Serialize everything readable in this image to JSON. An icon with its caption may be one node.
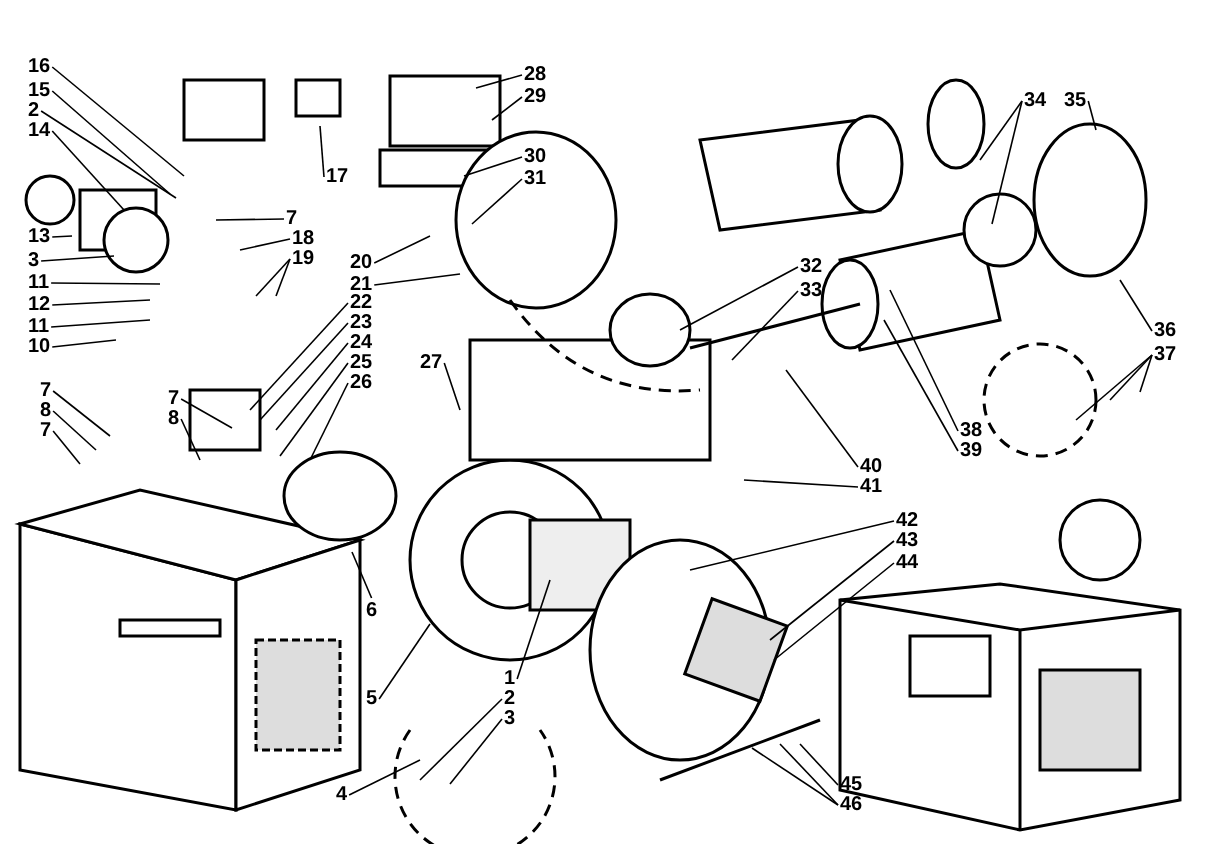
{
  "diagram": {
    "nodes": [
      {
        "text": [
          "16"
        ]
      },
      {
        "text": [
          "15"
        ]
      },
      {
        "text": [
          "2"
        ]
      },
      {
        "text": [
          "14"
        ]
      },
      {
        "text": [
          "13"
        ]
      },
      {
        "text": [
          "3"
        ]
      },
      {
        "text": [
          "11"
        ]
      },
      {
        "text": [
          "12"
        ]
      },
      {
        "text": [
          "11"
        ]
      },
      {
        "text": [
          "10"
        ]
      },
      {
        "text": [
          "7"
        ]
      },
      {
        "text": [
          "8"
        ]
      },
      {
        "text": [
          "7"
        ]
      },
      {
        "text": [
          "7"
        ]
      },
      {
        "text": [
          "8"
        ]
      },
      {
        "text": [
          "17"
        ]
      },
      {
        "text": [
          "7"
        ]
      },
      {
        "text": [
          "18"
        ]
      },
      {
        "text": [
          "19"
        ]
      },
      {
        "text": [
          "20"
        ]
      },
      {
        "text": [
          "21"
        ]
      },
      {
        "text": [
          "22"
        ]
      },
      {
        "text": [
          "23"
        ]
      },
      {
        "text": [
          "24"
        ]
      },
      {
        "text": [
          "25"
        ]
      },
      {
        "text": [
          "26"
        ]
      },
      {
        "text": [
          "27"
        ]
      },
      {
        "text": [
          "28"
        ]
      },
      {
        "text": [
          "29"
        ]
      },
      {
        "text": [
          "30"
        ]
      },
      {
        "text": [
          "31"
        ]
      },
      {
        "text": [
          "32"
        ]
      },
      {
        "text": [
          "33"
        ]
      },
      {
        "text": [
          "34"
        ]
      },
      {
        "text": [
          "35"
        ]
      },
      {
        "text": [
          "36"
        ]
      },
      {
        "text": [
          "37"
        ]
      },
      {
        "text": [
          "38"
        ]
      },
      {
        "text": [
          "39"
        ]
      },
      {
        "text": [
          "40"
        ]
      },
      {
        "text": [
          "41"
        ]
      },
      {
        "text": [
          "42"
        ]
      },
      {
        "text": [
          "43"
        ]
      },
      {
        "text": [
          "44"
        ]
      },
      {
        "text": [
          "45"
        ]
      },
      {
        "text": [
          "46"
        ]
      },
      {
        "text": [
          "1"
        ]
      },
      {
        "text": [
          "2"
        ]
      },
      {
        "text": [
          "3"
        ]
      },
      {
        "text": [
          "4"
        ]
      },
      {
        "text": [
          "5"
        ]
      },
      {
        "text": [
          "6"
        ]
      }
    ],
    "edges": [
      {
        "from": 0,
        "to": null,
        "arrow": "none"
      },
      {
        "from": 1,
        "to": null,
        "arrow": "none"
      },
      {
        "from": 2,
        "to": null,
        "arrow": "none"
      },
      {
        "from": 3,
        "to": null,
        "arrow": "none"
      },
      {
        "from": 4,
        "to": null,
        "arrow": "none"
      },
      {
        "from": 5,
        "to": null,
        "arrow": "none"
      },
      {
        "from": 6,
        "to": null,
        "arrow": "none"
      },
      {
        "from": 7,
        "to": null,
        "arrow": "none"
      },
      {
        "from": 8,
        "to": null,
        "arrow": "none"
      },
      {
        "from": 9,
        "to": null,
        "arrow": "none"
      },
      {
        "from": 10,
        "to": null,
        "arrow": "none"
      },
      {
        "from": 11,
        "to": null,
        "arrow": "none"
      },
      {
        "from": 12,
        "to": null,
        "arrow": "none"
      },
      {
        "from": 13,
        "to": null,
        "arrow": "none"
      },
      {
        "from": 14,
        "to": null,
        "arrow": "none"
      },
      {
        "from": 15,
        "to": null,
        "arrow": "none"
      },
      {
        "from": 16,
        "to": null,
        "arrow": "none"
      },
      {
        "from": 17,
        "to": null,
        "arrow": "none"
      },
      {
        "from": 18,
        "to": null,
        "arrow": "none"
      },
      {
        "from": 18,
        "to": null,
        "arrow": "none"
      },
      {
        "from": 19,
        "to": null,
        "arrow": "none"
      },
      {
        "from": 20,
        "to": null,
        "arrow": "none"
      },
      {
        "from": 21,
        "to": null,
        "arrow": "none"
      },
      {
        "from": 22,
        "to": null,
        "arrow": "none"
      },
      {
        "from": 23,
        "to": null,
        "arrow": "none"
      },
      {
        "from": 24,
        "to": null,
        "arrow": "none"
      },
      {
        "from": 25,
        "to": null,
        "arrow": "none"
      },
      {
        "from": 26,
        "to": null,
        "arrow": "none"
      },
      {
        "from": 27,
        "to": null,
        "arrow": "none"
      },
      {
        "from": 28,
        "to": null,
        "arrow": "none"
      },
      {
        "from": 29,
        "to": null,
        "arrow": "none"
      },
      {
        "from": 30,
        "to": null,
        "arrow": "none"
      },
      {
        "from": 31,
        "to": null,
        "arrow": "none"
      },
      {
        "from": 32,
        "to": null,
        "arrow": "none"
      },
      {
        "from": 33,
        "to": null,
        "arrow": "none"
      },
      {
        "from": 33,
        "to": null,
        "arrow": "none"
      },
      {
        "from": 34,
        "to": null,
        "arrow": "none"
      },
      {
        "from": 35,
        "to": null,
        "arrow": "none"
      },
      {
        "from": 36,
        "to": null,
        "arrow": "none"
      },
      {
        "from": 36,
        "to": null,
        "arrow": "none"
      },
      {
        "from": 36,
        "to": null,
        "arrow": "none"
      },
      {
        "from": 37,
        "to": null,
        "arrow": "none"
      },
      {
        "from": 38,
        "to": null,
        "arrow": "none"
      },
      {
        "from": 39,
        "to": null,
        "arrow": "none"
      },
      {
        "from": 40,
        "to": null,
        "arrow": "none"
      },
      {
        "from": 41,
        "to": null,
        "arrow": "none"
      },
      {
        "from": 42,
        "to": null,
        "arrow": "none"
      },
      {
        "from": 43,
        "to": null,
        "arrow": "none"
      },
      {
        "from": 44,
        "to": null,
        "arrow": "none"
      },
      {
        "from": 45,
        "to": null,
        "arrow": "none"
      },
      {
        "from": 45,
        "to": null,
        "arrow": "none"
      },
      {
        "from": 46,
        "to": null,
        "arrow": "none"
      },
      {
        "from": 47,
        "to": null,
        "arrow": "none"
      },
      {
        "from": 48,
        "to": null,
        "arrow": "none"
      },
      {
        "from": 49,
        "to": null,
        "arrow": "none"
      },
      {
        "from": 50,
        "to": null,
        "arrow": "none"
      },
      {
        "from": 51,
        "to": null,
        "arrow": "none"
      }
    ]
  }
}
